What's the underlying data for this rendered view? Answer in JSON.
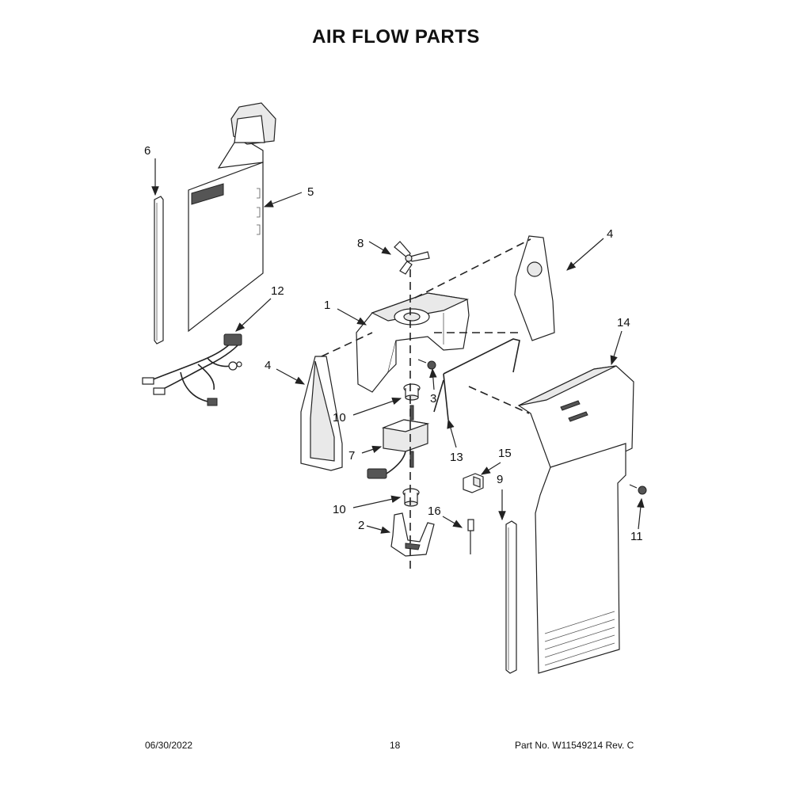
{
  "title": "AIR FLOW PARTS",
  "callouts": {
    "c1": "1",
    "c2": "2",
    "c3": "3",
    "c4a": "4",
    "c4b": "4",
    "c5": "5",
    "c6": "6",
    "c7": "7",
    "c8": "8",
    "c9": "9",
    "c10a": "10",
    "c10b": "10",
    "c11": "11",
    "c12": "12",
    "c13": "13",
    "c14": "14",
    "c15": "15",
    "c16": "16"
  },
  "footer": {
    "date": "06/30/2022",
    "page": "18",
    "part": "Part No.  W11549214  Rev.  C"
  }
}
